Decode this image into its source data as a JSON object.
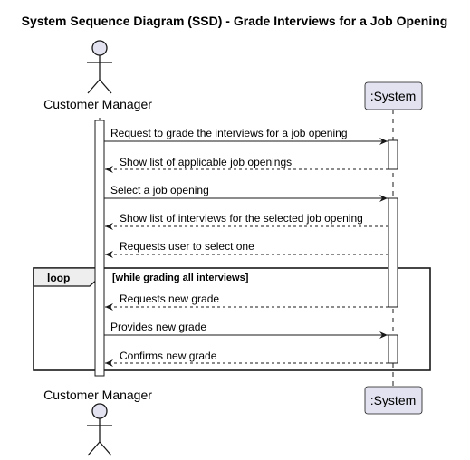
{
  "title": "System Sequence Diagram (SSD) - Grade Interviews for a Job Opening",
  "actor": {
    "label": "Customer Manager"
  },
  "participant": {
    "label": ":System"
  },
  "messages": [
    {
      "text": "Request to grade the interviews for a job opening",
      "direction": "request"
    },
    {
      "text": "Show list of applicable job openings",
      "direction": "response"
    },
    {
      "text": "Select a job opening",
      "direction": "request"
    },
    {
      "text": "Show list of interviews for the selected job opening",
      "direction": "response"
    },
    {
      "text": "Requests user to select one",
      "direction": "response"
    },
    {
      "text": "Requests new grade",
      "direction": "response"
    },
    {
      "text": "Provides new grade",
      "direction": "request"
    },
    {
      "text": "Confirms new grade",
      "direction": "response"
    }
  ],
  "loop": {
    "keyword": "loop",
    "condition": "[while grading all interviews]"
  },
  "colors": {
    "participant_fill": "#E2E2F0",
    "participant_stroke": "#181818",
    "line": "#181818",
    "lifeline": "#181818",
    "activation_fill": "#ffffff"
  }
}
